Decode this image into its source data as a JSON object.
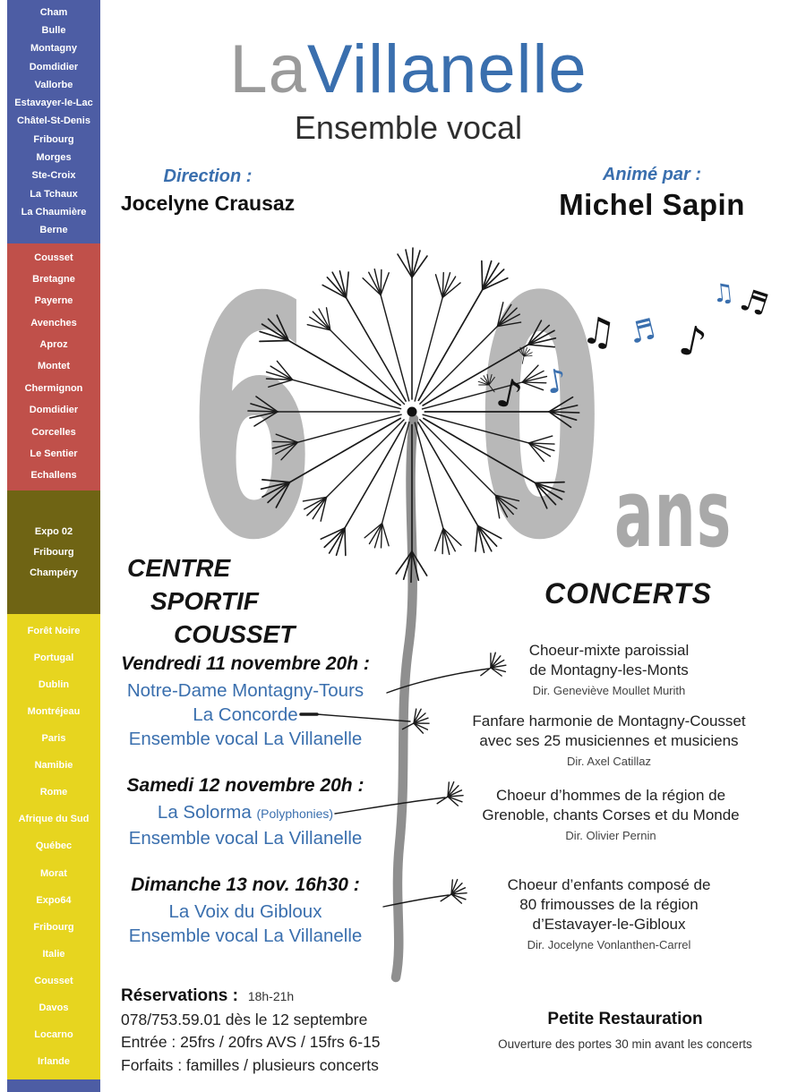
{
  "sidebar": {
    "sections": [
      {
        "name": "blue",
        "color": "#4d5da4",
        "items": [
          "Cham",
          "Bulle",
          "Montagny",
          "Domdidier",
          "Vallorbe",
          "Estavayer-le-Lac",
          "Châtel-St-Denis",
          "Fribourg",
          "Morges",
          "Ste-Croix",
          "La Tchaux",
          "La Chaumière",
          "Berne"
        ]
      },
      {
        "name": "red",
        "color": "#c0504a",
        "items": [
          "Cousset",
          "Bretagne",
          "Payerne",
          "Avenches",
          "Aproz",
          "Montet",
          "Chermignon",
          "Domdidier",
          "Corcelles",
          "Le Sentier",
          "Echallens"
        ]
      },
      {
        "name": "olive",
        "color": "#6f6414",
        "items": [
          "Expo 02",
          "Fribourg",
          "Champéry"
        ]
      },
      {
        "name": "yellow",
        "color": "#e7d51f",
        "items": [
          "Forêt Noire",
          "Portugal",
          "Dublin",
          "Montréjeau",
          "Paris",
          "Namibie",
          "Rome",
          "Afrique du Sud",
          "Québec",
          "Morat",
          "Expo64",
          "Fribourg",
          "Italie",
          "Cousset",
          "Davos",
          "Locarno",
          "Irlande"
        ]
      }
    ]
  },
  "header": {
    "title_la": "La",
    "title_main": "Villanelle",
    "subtitle": "Ensemble vocal",
    "direction_label": "Direction :",
    "direction_name": "Jocelyne Crausaz",
    "anime_label": "Animé par :",
    "anime_name": "Michel Sapin"
  },
  "anniversary": {
    "digit1": "6",
    "digit2": "0",
    "suffix": "ans"
  },
  "venue": {
    "line1": "CENTRE",
    "line2": "SPORTIF",
    "line3": "COUSSET"
  },
  "concerts_title": "CONCERTS",
  "events": [
    {
      "when": "Vendredi 11 novembre 20h :",
      "lines": [
        "Notre-Dame Montagny-Tours",
        "La Concorde",
        "Ensemble vocal La Villanelle"
      ]
    },
    {
      "when": "Samedi 12 novembre 20h :",
      "lines": [
        "La Solorma",
        "Ensemble vocal La Villanelle"
      ],
      "note": "(Polyphonies)"
    },
    {
      "when": "Dimanche 13 nov. 16h30 :",
      "lines": [
        "La Voix du Gibloux",
        "Ensemble vocal La Villanelle"
      ]
    }
  ],
  "descriptions": [
    {
      "lines": [
        "Choeur-mixte paroissial",
        "de Montagny-les-Monts"
      ],
      "dir": "Dir. Geneviève Moullet Murith"
    },
    {
      "lines": [
        "Fanfare harmonie de Montagny-Cousset",
        "avec ses 25 musiciennes et musiciens"
      ],
      "dir": "Dir. Axel Catillaz"
    },
    {
      "lines": [
        "Choeur d’hommes de la région de",
        "Grenoble, chants Corses et du Monde"
      ],
      "dir": "Dir. Olivier Pernin"
    },
    {
      "lines": [
        "Choeur d’enfants composé de",
        "80 frimousses de la région",
        "d’Estavayer-le-Gibloux"
      ],
      "dir": "Dir. Jocelyne Vonlanthen-Carrel"
    }
  ],
  "footer": {
    "reservations_label": "Réservations :",
    "reservations_hours": "18h-21h",
    "phone": "078/753.59.01 dès le 12 septembre",
    "entry": "Entrée : 25frs / 20frs AVS / 15frs 6-15",
    "forfaits": "Forfaits : familles / plusieurs concerts",
    "restauration_title": "Petite Restauration",
    "restauration_note": "Ouverture des portes 30 min avant les concerts"
  },
  "colors": {
    "accent_blue": "#3a6fae",
    "gray_digits": "#b8b8b8",
    "sidebar_blue": "#4d5da4",
    "sidebar_red": "#c0504a",
    "sidebar_olive": "#6f6414",
    "sidebar_yellow": "#e7d51f"
  }
}
